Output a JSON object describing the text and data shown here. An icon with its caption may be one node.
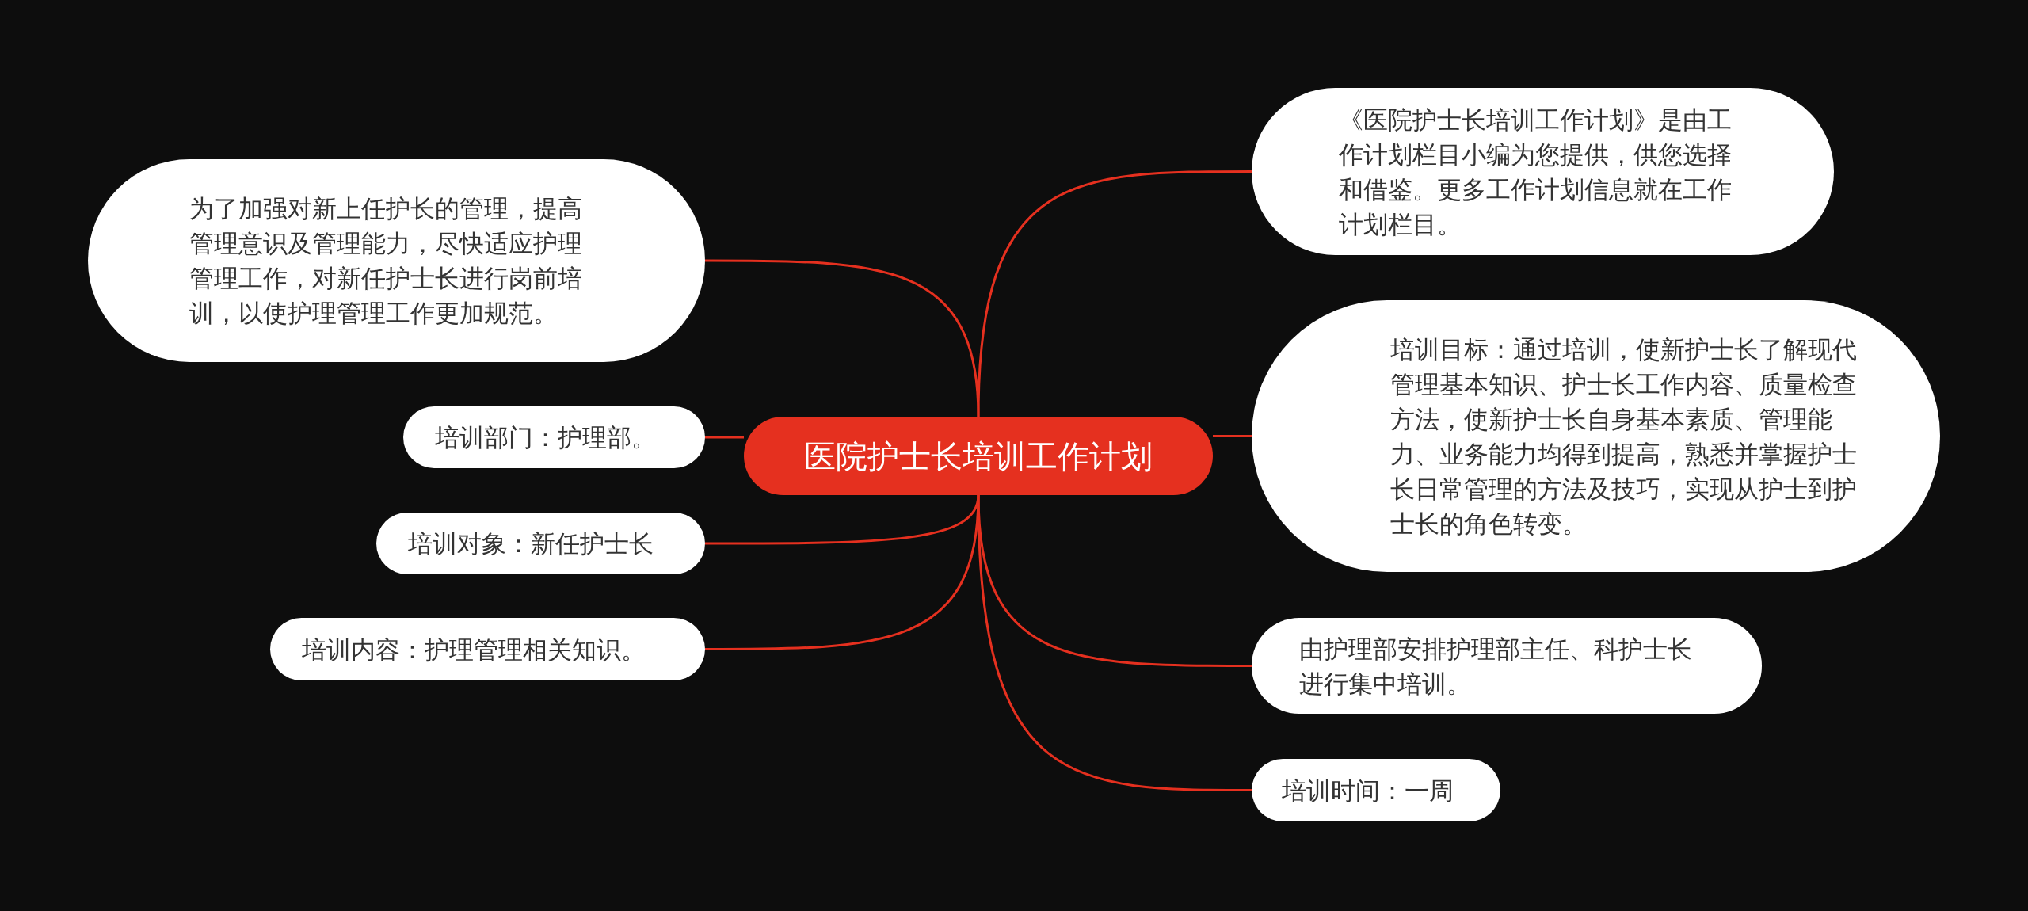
{
  "diagram": {
    "nodes": [
      {
        "text": [
          "医院护士长培训工作计划"
        ]
      },
      {
        "text": [
          "《医院护士长培训工作计划》是由工作计划栏目小编为您提供，供您选择和借鉴。更多工作计划信息就在工作计划栏目。"
        ]
      },
      {
        "text": [
          "培训目标：通过培训，使新护士长了解现代管理基本知识、护士长工作内容、质量检查方法，使新护士长自身基本素质、管理能力、业务能力均得到提高，熟悉并掌握护士长日常管理的方法及技巧，实现从护士到护士长的角色转变。"
        ]
      },
      {
        "text": [
          "由护理部安排护理部主任、科护士长进行集中培训。"
        ]
      },
      {
        "text": [
          "培训时间：一周"
        ]
      },
      {
        "text": [
          "为了加强对新上任护长的管理，提高管理意识及管理能力，尽快适应护理管理工作，对新任护士长进行岗前培训，以使护理管理工作更加规范。"
        ]
      },
      {
        "text": [
          "培训部门：护理部。"
        ]
      },
      {
        "text": [
          "培训对象：新任护士长"
        ]
      },
      {
        "text": [
          "培训内容：护理管理相关知识。"
        ]
      }
    ],
    "edges": [
      {
        "from": 0,
        "to": 1,
        "arrow": "none"
      },
      {
        "from": 0,
        "to": 2,
        "arrow": "none"
      },
      {
        "from": 0,
        "to": 3,
        "arrow": "none"
      },
      {
        "from": 0,
        "to": 4,
        "arrow": "none"
      },
      {
        "from": 0,
        "to": 5,
        "arrow": "none"
      },
      {
        "from": 0,
        "to": 6,
        "arrow": "none"
      },
      {
        "from": 0,
        "to": 7,
        "arrow": "none"
      },
      {
        "from": 0,
        "to": 8,
        "arrow": "none"
      }
    ]
  }
}
